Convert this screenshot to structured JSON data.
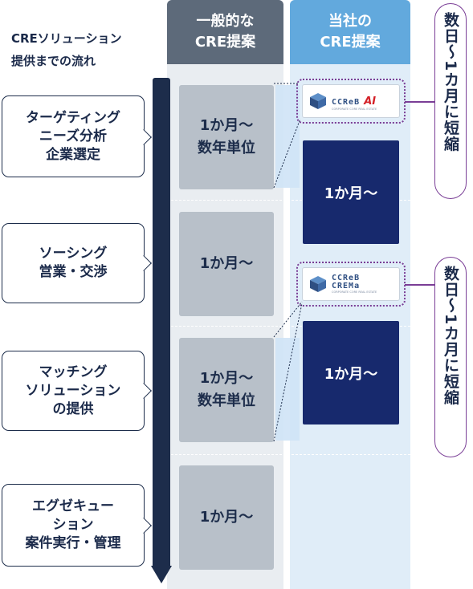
{
  "caption": "CREソリューション\n提供までの流れ",
  "columns": {
    "general": "一般的な\nCRE提案",
    "ours": "当社の\nCRE提案"
  },
  "phases": [
    "ターゲティング\nニーズ分析\n企業選定",
    "ソーシング\n営業・交渉",
    "マッチング\nソリューション\nの提供",
    "エグゼキュー\nション\n案件実行・管理"
  ],
  "general_durations": [
    "1か月〜\n数年単位",
    "1か月〜",
    "1か月〜\n数年単位",
    "1か月〜"
  ],
  "ours_durations": [
    "1か月〜",
    "1か月〜"
  ],
  "logos": [
    {
      "wordmark": "CCReB",
      "suffix": "AI",
      "tagline": "CORPORATE CORE REAL ESTATE"
    },
    {
      "wordmark": "CCReB",
      "wordmark2": "CREMa",
      "tagline": "CORPORATE CORE REAL ESTATE"
    }
  ],
  "badges": [
    "数日〜1カ月に短縮",
    "数日〜1カ月に短縮"
  ],
  "colors": {
    "navy": "#1d2d4b",
    "dark_blue_box": "#17296d",
    "header_gray": "#5d6a7a",
    "header_blue": "#62a9dd",
    "badge_purple": "#7a3e96",
    "logo_red": "#d42128"
  }
}
